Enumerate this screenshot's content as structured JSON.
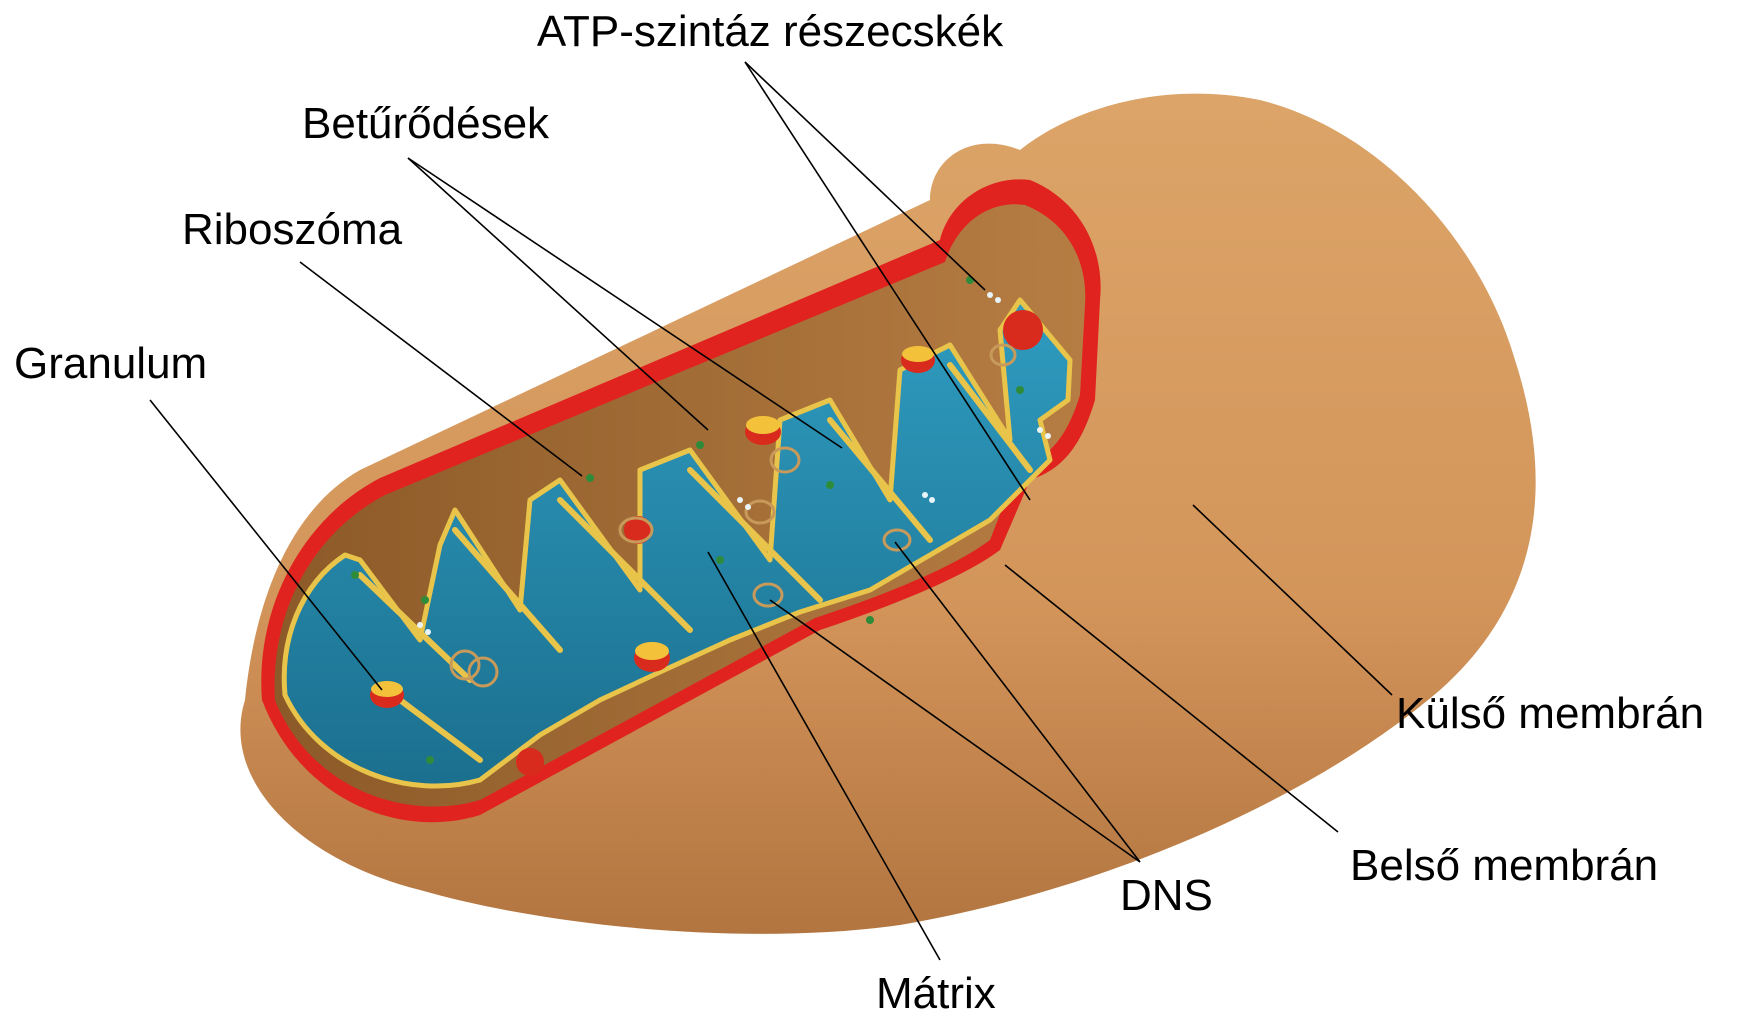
{
  "labels": {
    "atp": "ATP-szintáz részecskék",
    "cristae": "Betűrődések",
    "ribosome": "Riboszóma",
    "granule": "Granulum",
    "outer_membrane": "Külső membrán",
    "inner_membrane": "Belső membrán",
    "dna": "DNS",
    "matrix": "Mátrix"
  },
  "colors": {
    "outer_shell": "#d59a5c",
    "outer_shell_dark": "#b97a3e",
    "membrane_red": "#e0231e",
    "matrix_blue": "#2a8fb3",
    "matrix_dark": "#16637f",
    "crista_outline": "#e8c44a",
    "granule_yellow": "#f3c23a",
    "granule_red": "#d92a1e",
    "ribosome_green": "#2e8b3a"
  }
}
